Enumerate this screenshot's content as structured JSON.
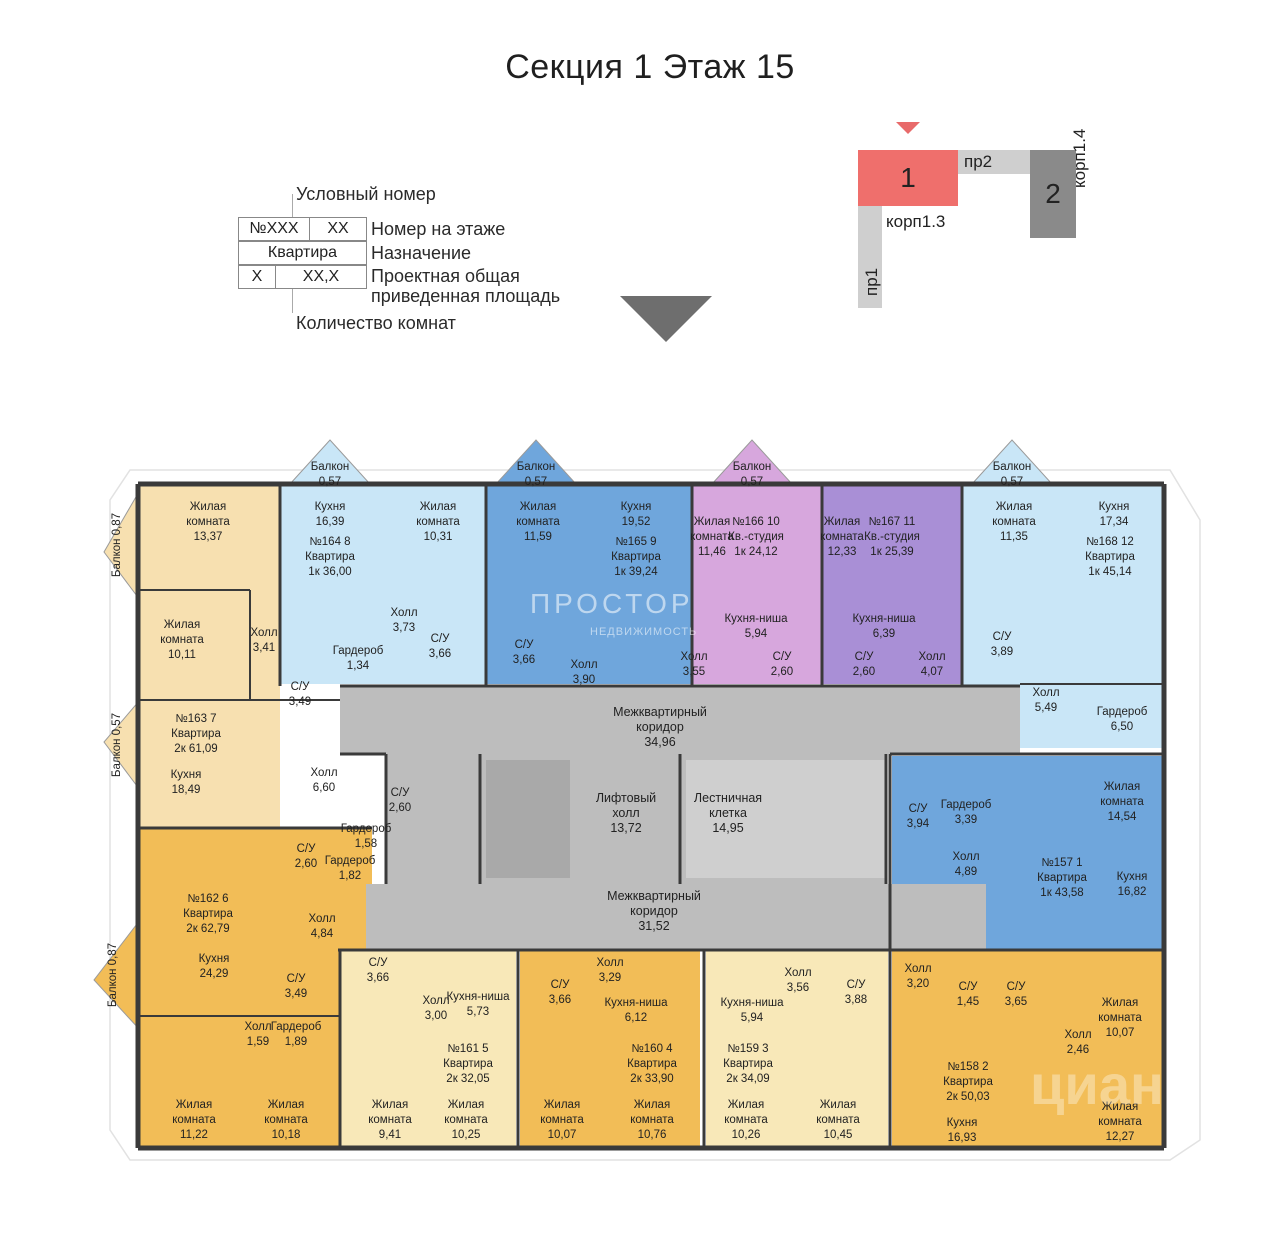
{
  "title": "Секция 1 Этаж 15",
  "legend": {
    "conditional_number": "Условный номер",
    "box_number": "№XXX",
    "box_floor_number": "XX",
    "floor_number": "Номер на этаже",
    "box_purpose": "Квартира",
    "purpose": "Назначение",
    "box_rooms": "X",
    "box_area": "XX,X",
    "area_line1": "Проектная общая",
    "area_line2": "приведенная площадь",
    "rooms_count": "Количество комнат"
  },
  "keymap": {
    "section1": "1",
    "section2": "2",
    "pr1": "пр1",
    "pr2": "пр2",
    "korp13": "корп1.3",
    "korp14": "корп1.4"
  },
  "watermark": {
    "main": "ПРОСТОР",
    "sub": "НЕДВИЖИМОСТЬ",
    "cian": "циан"
  },
  "colors": {
    "light_blue": "#c9e6f7",
    "blue": "#a9d4f2",
    "dark_blue": "#6fa6dc",
    "pink": "#d7a7dd",
    "purple": "#a98fd6",
    "beige": "#f7e0b0",
    "orange": "#f2bd57",
    "light_yellow": "#f8e8b8",
    "corridor": "#bdbdbd",
    "wall": "#3a3a3a"
  },
  "balconies": [
    {
      "label": "Балкон",
      "area": "0,57"
    },
    {
      "label": "Балкон",
      "area": "0,57"
    },
    {
      "label": "Балкон",
      "area": "0,57"
    },
    {
      "label": "Балкон",
      "area": "0,57"
    },
    {
      "label": "Балкон",
      "area": "0,87"
    },
    {
      "label": "Балкон",
      "area": "0,57"
    },
    {
      "label": "Балкон",
      "area": "0,87"
    }
  ],
  "common": {
    "corridor_top_l1": "Межквартирный",
    "corridor_top_l2": "коридор",
    "corridor_top_area": "34,96",
    "lift_hall_l1": "Лифтовый",
    "lift_hall_l2": "холл",
    "lift_hall_area": "13,72",
    "stair_l1": "Лестничная",
    "stair_l2": "клетка",
    "stair_area": "14,95",
    "corridor_bottom_l1": "Межквартирный",
    "corridor_bottom_l2": "коридор",
    "corridor_bottom_area": "31,52"
  },
  "apartments": [
    {
      "no": "№164",
      "floor_no": "8",
      "type": "Квартира",
      "rooms": "1к",
      "area": "36,00"
    },
    {
      "no": "№165",
      "floor_no": "9",
      "type": "Квартира",
      "rooms": "1к",
      "area": "39,24"
    },
    {
      "no": "№166",
      "floor_no": "10",
      "type": "Кв.-студия",
      "rooms": "1к",
      "area": "24,12"
    },
    {
      "no": "№167",
      "floor_no": "11",
      "type": "Кв.-студия",
      "rooms": "1к",
      "area": "25,39"
    },
    {
      "no": "№168",
      "floor_no": "12",
      "type": "Квартира",
      "rooms": "1к",
      "area": "45,14"
    },
    {
      "no": "№163",
      "floor_no": "7",
      "type": "Квартира",
      "rooms": "2к",
      "area": "61,09"
    },
    {
      "no": "№162",
      "floor_no": "6",
      "type": "Квартира",
      "rooms": "2к",
      "area": "62,79"
    },
    {
      "no": "№157",
      "floor_no": "1",
      "type": "Квартира",
      "rooms": "1к",
      "area": "43,58"
    },
    {
      "no": "№161",
      "floor_no": "5",
      "type": "Квартира",
      "rooms": "2к",
      "area": "32,05"
    },
    {
      "no": "№160",
      "floor_no": "4",
      "type": "Квартира",
      "rooms": "2к",
      "area": "33,90"
    },
    {
      "no": "№159",
      "floor_no": "3",
      "type": "Квартира",
      "rooms": "2к",
      "area": "34,09"
    },
    {
      "no": "№158",
      "floor_no": "2",
      "type": "Квартира",
      "rooms": "2к",
      "area": "50,03"
    }
  ],
  "rooms": [
    {
      "name": "Жилая комната",
      "area": "13,37"
    },
    {
      "name": "Кухня",
      "area": "16,39"
    },
    {
      "name": "Жилая комната",
      "area": "10,31"
    },
    {
      "name": "Жилая комната",
      "area": "11,59"
    },
    {
      "name": "Кухня",
      "area": "19,52"
    },
    {
      "name": "Жилая комната",
      "area": "11,46"
    },
    {
      "name": "Жилая комната",
      "area": "12,33"
    },
    {
      "name": "Жилая комната",
      "area": "11,35"
    },
    {
      "name": "Кухня",
      "area": "17,34"
    },
    {
      "name": "Жилая комната",
      "area": "10,11"
    },
    {
      "name": "Холл",
      "area": "3,41"
    },
    {
      "name": "Холл",
      "area": "3,73"
    },
    {
      "name": "С/У",
      "area": "3,66"
    },
    {
      "name": "Гардероб",
      "area": "1,34"
    },
    {
      "name": "С/У",
      "area": "3,66"
    },
    {
      "name": "Холл",
      "area": "3,90"
    },
    {
      "name": "Кухня-ниша",
      "area": "5,94"
    },
    {
      "name": "Холл",
      "area": "3,55"
    },
    {
      "name": "С/У",
      "area": "2,60"
    },
    {
      "name": "Кухня-ниша",
      "area": "6,39"
    },
    {
      "name": "С/У",
      "area": "2,60"
    },
    {
      "name": "Холл",
      "area": "4,07"
    },
    {
      "name": "С/У",
      "area": "3,89"
    },
    {
      "name": "Холл",
      "area": "5,49"
    },
    {
      "name": "Гардероб",
      "area": "6,50"
    },
    {
      "name": "С/У",
      "area": "3,49"
    },
    {
      "name": "Кухня",
      "area": "18,49"
    },
    {
      "name": "Холл",
      "area": "6,60"
    },
    {
      "name": "С/У",
      "area": "2,60"
    },
    {
      "name": "Гардероб",
      "area": "1,58"
    },
    {
      "name": "С/У",
      "area": "3,94"
    },
    {
      "name": "Гардероб",
      "area": "3,39"
    },
    {
      "name": "Жилая комната",
      "area": "14,54"
    },
    {
      "name": "Холл",
      "area": "4,89"
    },
    {
      "name": "Кухня",
      "area": "16,82"
    },
    {
      "name": "С/У",
      "area": "2,60"
    },
    {
      "name": "Гардероб",
      "area": "1,82"
    },
    {
      "name": "Холл",
      "area": "4,84"
    },
    {
      "name": "Кухня",
      "area": "24,29"
    },
    {
      "name": "С/У",
      "area": "3,49"
    },
    {
      "name": "Холл",
      "area": "1,59"
    },
    {
      "name": "Гардероб",
      "area": "1,89"
    },
    {
      "name": "Жилая комната",
      "area": "11,22"
    },
    {
      "name": "Жилая комната",
      "area": "10,18"
    },
    {
      "name": "С/У",
      "area": "3,66"
    },
    {
      "name": "Холл",
      "area": "3,00"
    },
    {
      "name": "Кухня-ниша",
      "area": "5,73"
    },
    {
      "name": "Жилая комната",
      "area": "9,41"
    },
    {
      "name": "Жилая комната",
      "area": "10,25"
    },
    {
      "name": "Холл",
      "area": "3,29"
    },
    {
      "name": "С/У",
      "area": "3,66"
    },
    {
      "name": "Кухня-ниша",
      "area": "6,12"
    },
    {
      "name": "Жилая комната",
      "area": "10,07"
    },
    {
      "name": "Жилая комната",
      "area": "10,76"
    },
    {
      "name": "Холл",
      "area": "3,56"
    },
    {
      "name": "Кухня-ниша",
      "area": "5,94"
    },
    {
      "name": "С/У",
      "area": "3,88"
    },
    {
      "name": "Жилая комната",
      "area": "10,26"
    },
    {
      "name": "Жилая комната",
      "area": "10,45"
    },
    {
      "name": "Холл",
      "area": "3,20"
    },
    {
      "name": "С/У",
      "area": "1,45"
    },
    {
      "name": "С/У",
      "area": "3,65"
    },
    {
      "name": "Жилая комната",
      "area": "10,07"
    },
    {
      "name": "Холл",
      "area": "2,46"
    },
    {
      "name": "Кухня",
      "area": "16,93"
    },
    {
      "name": "Жилая комната",
      "area": "12,27"
    }
  ]
}
